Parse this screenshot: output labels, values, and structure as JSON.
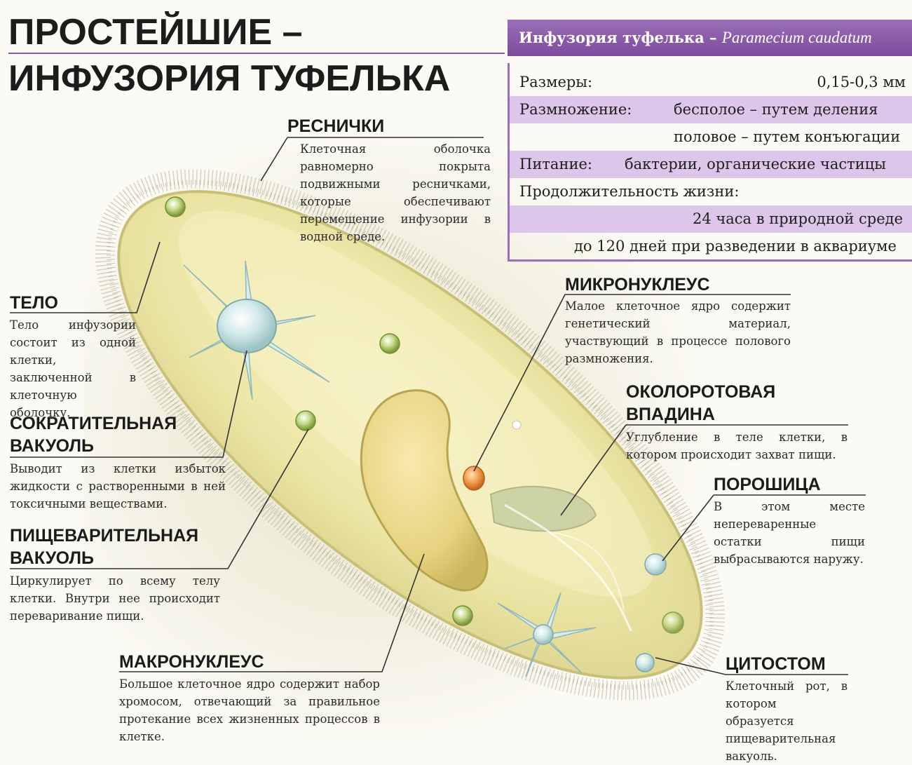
{
  "title": {
    "line1": "ПРОСТЕЙШИЕ –",
    "line2": "ИНФУЗОРИЯ ТУФЕЛЬКА"
  },
  "infobox": {
    "heading_ru": "Инфузория туфелька – ",
    "heading_latin": "Paramecium caudatum",
    "size_label": "Размеры:",
    "size_value": "0,15-0,3 мм",
    "reproduction_label": "Размножение:",
    "reproduction_asexual": "бесполое – путем деления",
    "reproduction_sexual": "половое – путем конъюгации",
    "nutrition_label": "Питание:",
    "nutrition_value": "бактерии, органические частицы",
    "lifespan_label": "Продолжительность жизни:",
    "lifespan_nature": "24 часа в природной среде",
    "lifespan_aquarium": "до 120 дней при разведении в аквариуме"
  },
  "labels": {
    "cilia": {
      "title": "РЕСНИЧКИ",
      "text": "Клеточная оболочка равномерно покрыта подвижными ресничками, которые обеспечивают перемещение инфузории в водной среде."
    },
    "body": {
      "title": "ТЕЛО",
      "text": "Тело инфузории состоит из одной клетки, заключенной в клеточную оболочку."
    },
    "contractile_vacuole": {
      "title_line1": "СОКРАТИТЕЛЬНАЯ",
      "title_line2": "ВАКУОЛЬ",
      "text": "Выводит из клетки избыток жидкости с растворенными в ней токсичными веществами."
    },
    "digestive_vacuole": {
      "title_line1": "ПИЩЕВАРИТЕЛЬНАЯ",
      "title_line2": "ВАКУОЛЬ",
      "text": "Циркулирует по всему телу клетки. Внутри нее происходит переваривание пищи."
    },
    "macronucleus": {
      "title": "МАКРОНУКЛЕУС",
      "text": "Большое клеточное ядро содержит набор хромосом, отвечающий за правильное протекание всех жизненных процессов в клетке."
    },
    "micronucleus": {
      "title": "МИКРОНУКЛЕУС",
      "text": "Малое клеточное ядро содержит генетический материал, участвующий в процессе полового размножения."
    },
    "oral_groove": {
      "title_line1": "ОКОЛОРОТОВАЯ",
      "title_line2": "ВПАДИНА",
      "text": "Углубление в теле клетки, в котором происходит захват пищи."
    },
    "anal_pore": {
      "title": "ПОРОШИЦА",
      "text": "В этом месте непереваренные остатки пищи выбрасываются наружу."
    },
    "cytostome": {
      "title": "ЦИТОСТОМ",
      "text": "Клеточный рот, в котором образуется пищеварительная вакуоль."
    }
  },
  "colors": {
    "accent_purple": "#8a5aa8",
    "table_shade": "#dcc6ea",
    "cell_body": "#ece7a8",
    "macronucleus": "#e9d98a",
    "micronucleus": "#f2994a"
  }
}
